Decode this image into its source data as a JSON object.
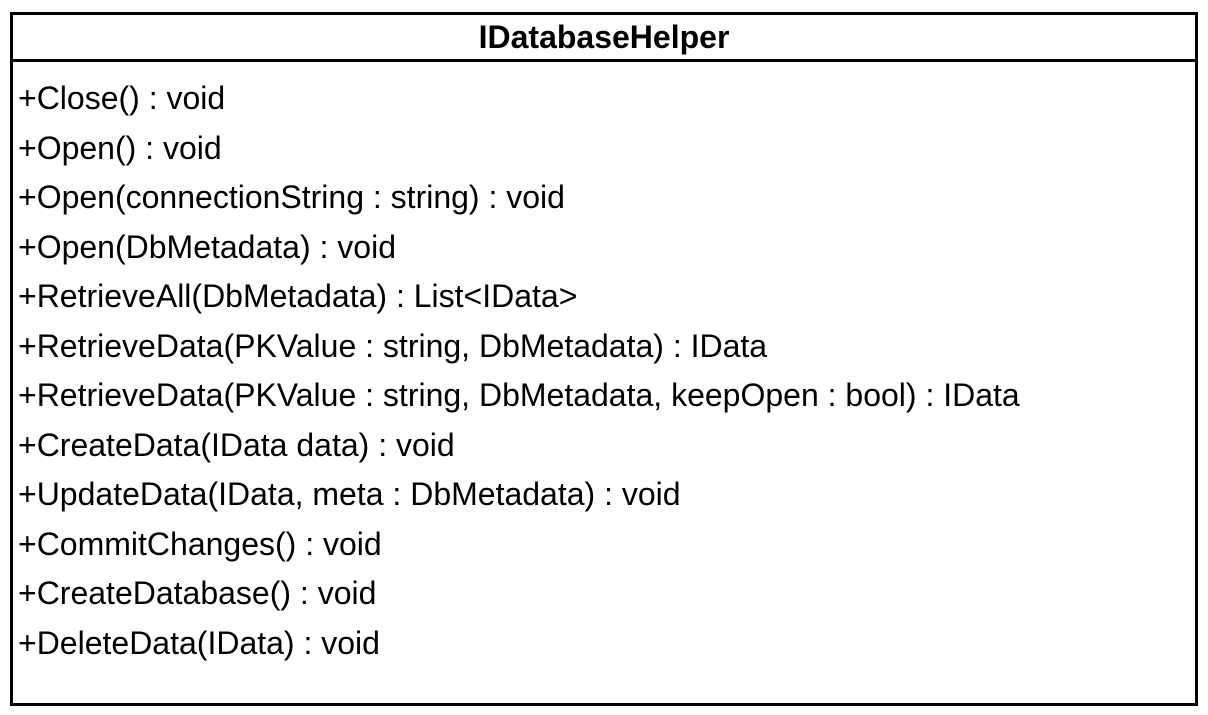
{
  "class_box": {
    "name": "IDatabaseHelper",
    "operations": [
      "+Close() : void",
      "+Open() : void",
      "+Open(connectionString : string) : void",
      "+Open(DbMetadata) : void",
      "+RetrieveAll(DbMetadata) : List<IData>",
      "+RetrieveData(PKValue : string, DbMetadata) : IData",
      "+RetrieveData(PKValue : string, DbMetadata, keepOpen : bool) : IData",
      "+CreateData(IData data) : void",
      "+UpdateData(IData, meta : DbMetadata) : void",
      "+CommitChanges() : void",
      "+CreateDatabase() : void",
      "+DeleteData(IData) : void"
    ]
  },
  "colors": {
    "border": "#000000",
    "background": "#ffffff",
    "text": "#000000"
  }
}
